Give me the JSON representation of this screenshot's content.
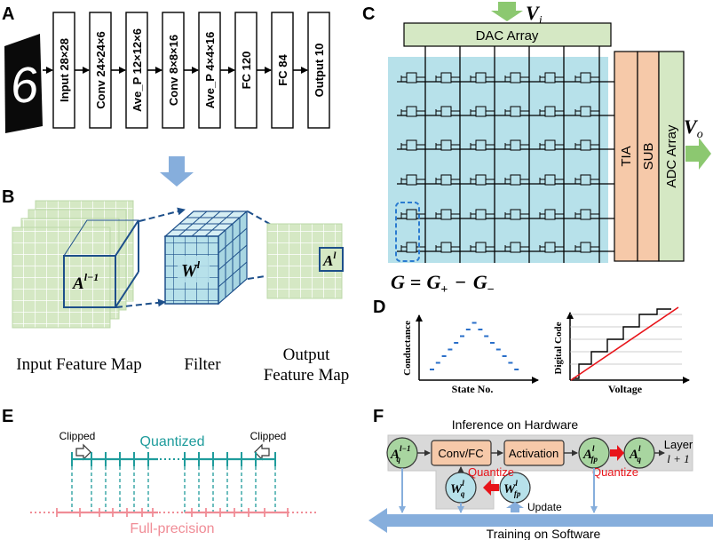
{
  "panel_labels": {
    "a": "A",
    "b": "B",
    "c": "C",
    "d": "D",
    "e": "E",
    "f": "F"
  },
  "panel_a": {
    "digit": "6",
    "layers": [
      "Input 28×28",
      "Conv 24×24×6",
      "Ave_P 12×12×6",
      "Conv 8×8×16",
      "Ave_P 4×4×16",
      "FC 120",
      "FC 84",
      "Output 10"
    ]
  },
  "panel_b": {
    "input_symbol": "A",
    "input_sup": "l−1",
    "filter_symbol": "W",
    "filter_sup": "l",
    "output_symbol": "A",
    "output_sup": "l",
    "input_caption": "Input Feature Map",
    "filter_caption": "Filter",
    "output_caption_line1": "Output",
    "output_caption_line2": "Feature Map"
  },
  "panel_c": {
    "vi_symbol": "V",
    "vi_sub": "i",
    "dac_label": "DAC Array",
    "tia_label": "TIA",
    "sub_label": "SUB",
    "adc_label": "ADC Array",
    "vo_symbol": "V",
    "vo_sub": "o",
    "eq_g": "G",
    "eq_eq": "=",
    "eq_gplus": "G",
    "eq_plus_sub": "+",
    "eq_minus": "−",
    "eq_gminus": "G",
    "eq_minus_sub": "−"
  },
  "panel_d": {
    "left_ylabel": "Conductance",
    "left_xlabel": "State No.",
    "right_ylabel": "Digital Code",
    "right_xlabel": "Voltage"
  },
  "panel_e": {
    "clipped_left": "Clipped",
    "clipped_right": "Clipped",
    "quantized": "Quantized",
    "full_precision": "Full-precision"
  },
  "panel_f": {
    "inference_label": "Inference on Hardware",
    "training_label": "Training on Software",
    "conv_fc": "Conv/FC",
    "activation": "Activation",
    "quantize_1": "Quantize",
    "quantize_2": "Quantize",
    "update": "Update",
    "layer_line1": "Layer",
    "layer_line2": "l + 1",
    "aq_in": "A",
    "aq_in_sub": "q",
    "aq_in_sup": "l−1",
    "afp": "A",
    "afp_sub": "fp",
    "afp_sup": "l",
    "aq_out": "A",
    "aq_out_sub": "q",
    "aq_out_sup": "l",
    "wq": "W",
    "wq_sub": "q",
    "wq_sup": "l",
    "wfp": "W",
    "wfp_sub": "fp",
    "wfp_sup": "l"
  },
  "colors": {
    "green_fill": "#d5e8c4",
    "cyan_fill": "#b7e1ea",
    "tia_fill": "#f6c9a9",
    "arrow_green": "#8cc870",
    "arrow_blue": "#86aedc",
    "teal": "#1f9c9c",
    "pink": "#f08c96",
    "red": "#e8141a",
    "dark_blue": "#1d4f8a"
  }
}
